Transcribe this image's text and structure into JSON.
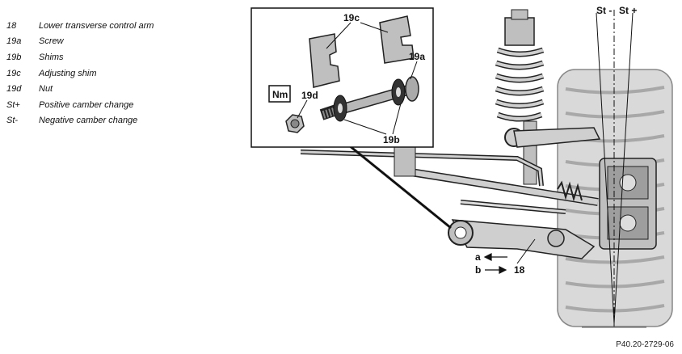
{
  "legend": [
    {
      "key": "18",
      "text": "Lower transverse control arm"
    },
    {
      "key": "19a",
      "text": "Screw"
    },
    {
      "key": "19b",
      "text": "Shims"
    },
    {
      "key": "19c",
      "text": "Adjusting shim"
    },
    {
      "key": "19d",
      "text": "Nut"
    },
    {
      "key": "St+",
      "text": "Positive camber change"
    },
    {
      "key": "St-",
      "text": "Negative camber change"
    }
  ],
  "callouts": {
    "c19c": "19c",
    "c19a": "19a",
    "c19d": "19d",
    "c19b": "19b",
    "nm": "Nm",
    "st_minus": "St -",
    "st_plus": "St +",
    "a": "a",
    "b": "b",
    "c18": "18"
  },
  "reference": "P40.20-2729-06",
  "colors": {
    "line": "#111111",
    "part_fill": "#bfbfbf",
    "tire_fill": "#d9d9d9"
  }
}
